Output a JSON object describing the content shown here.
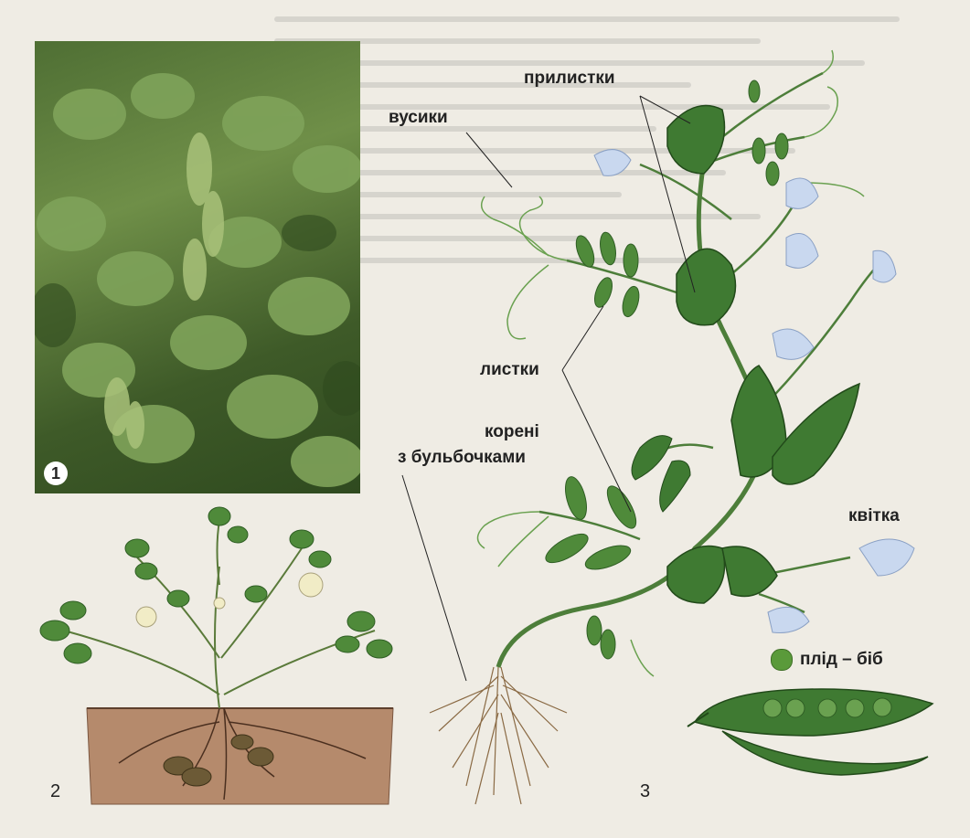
{
  "labels": {
    "prylystky": "прилистки",
    "vusyky": "вусики",
    "lystky": "листки",
    "koreni_line1": "корені",
    "koreni_line2": "з бульбочками",
    "kvitka": "квітка",
    "plid": "плід – біб"
  },
  "figure_numbers": {
    "one": "1",
    "two": "2",
    "three": "3"
  },
  "colors": {
    "leaf": "#4f8a3a",
    "leaf_dark": "#2f5e24",
    "flower": "#c9d8ef",
    "pod": "#3f7a32",
    "soil": "#b58a6c",
    "legend_dot": "#5a9a3a"
  }
}
